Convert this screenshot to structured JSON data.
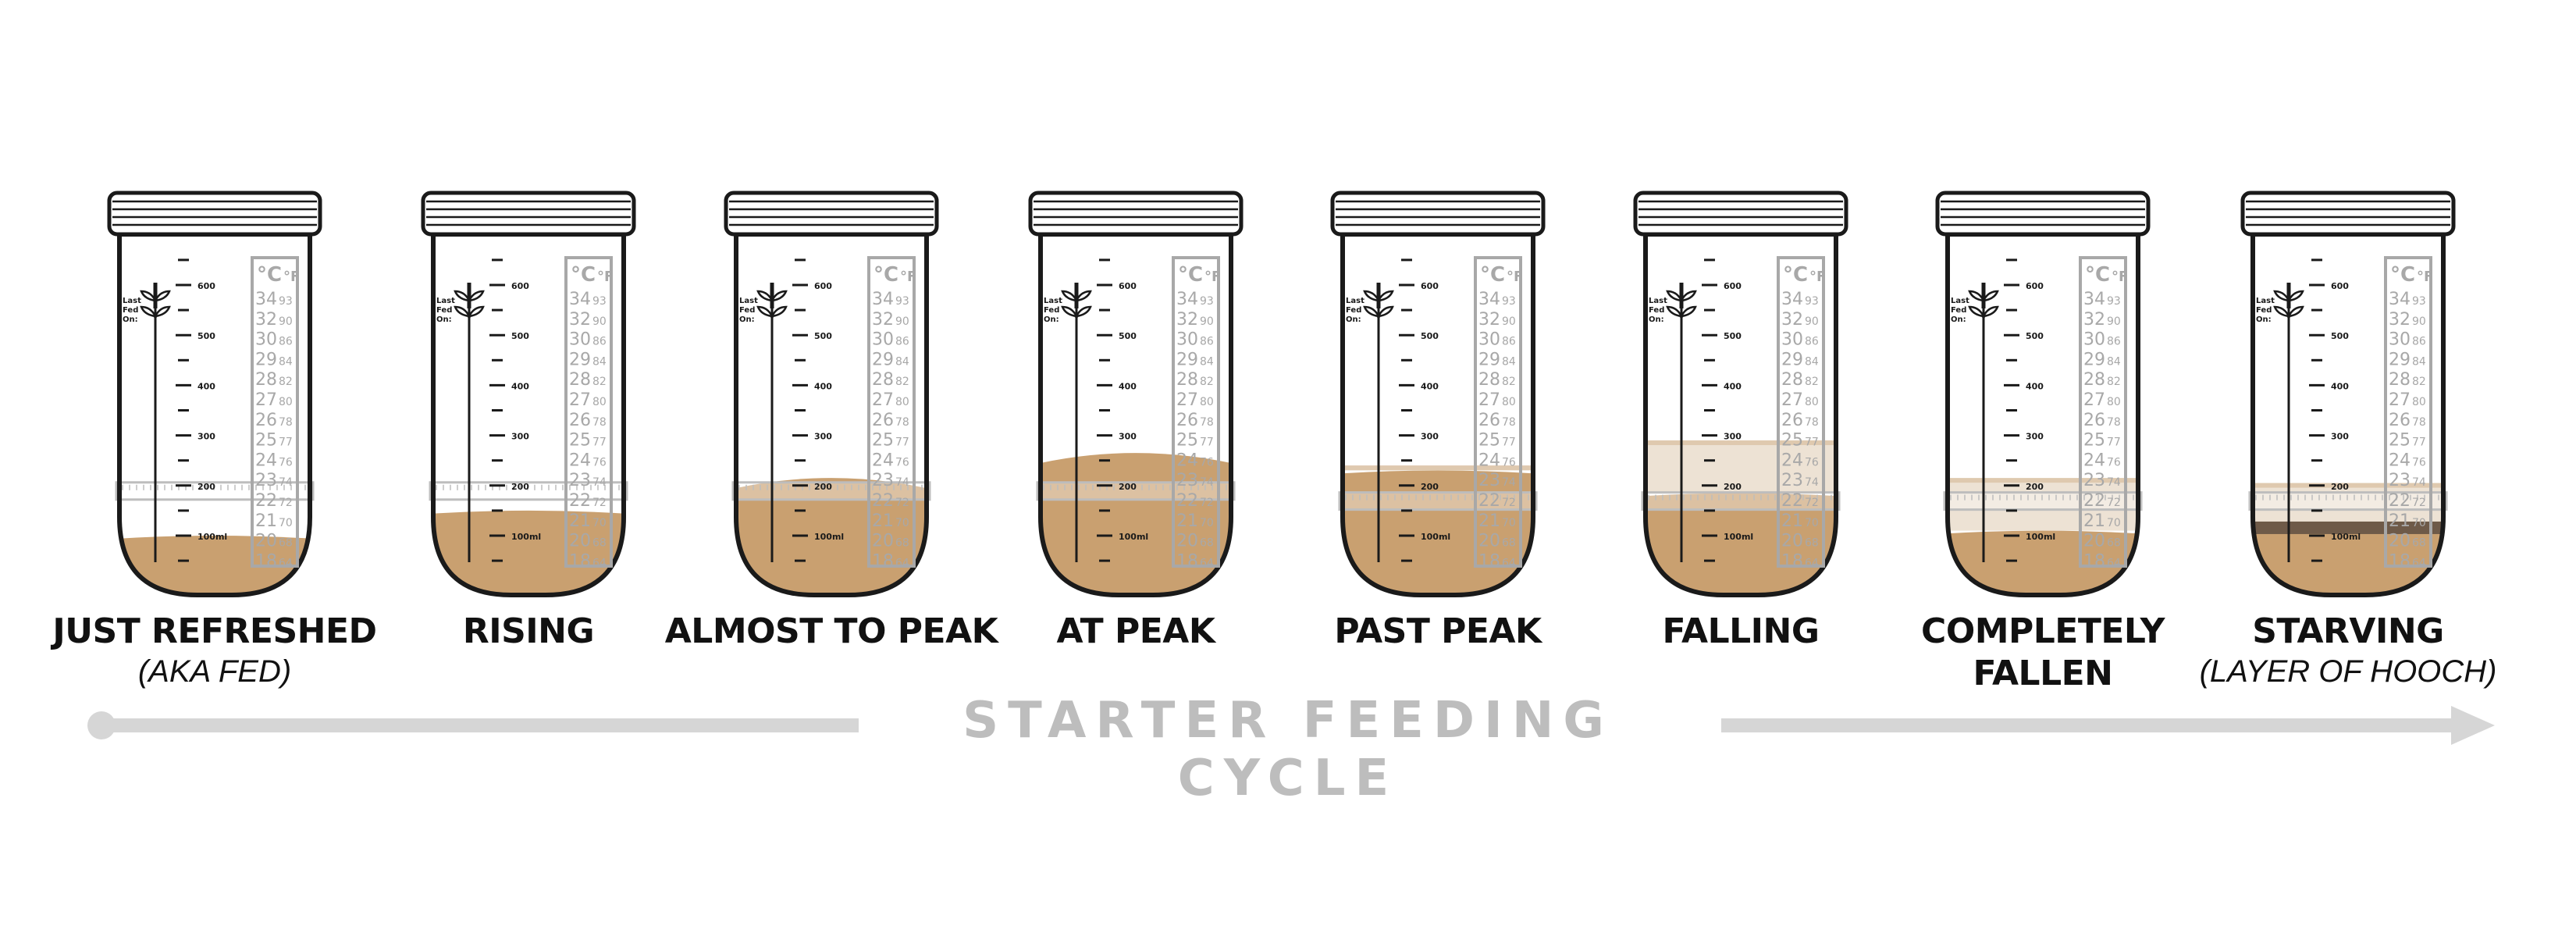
{
  "title": "STARTER FEEDING CYCLE",
  "colors": {
    "starter": "#c9a070",
    "starter_light": "#d8bfa0",
    "hooch": "#6e5a48",
    "outline": "#1a1a1a",
    "scale_gray": "#a8a8a8",
    "arrow_gray": "#d6d6d6"
  },
  "jar_markings": {
    "ml_scale": [
      "600",
      "500",
      "400",
      "300",
      "200",
      "100ml"
    ],
    "tag_lines": [
      "Last",
      "Fed",
      "On:"
    ],
    "temp_units": [
      "°C",
      "°F"
    ],
    "temps": [
      {
        "c": "34",
        "f": "93"
      },
      {
        "c": "32",
        "f": "90"
      },
      {
        "c": "30",
        "f": "86"
      },
      {
        "c": "29",
        "f": "84"
      },
      {
        "c": "28",
        "f": "82"
      },
      {
        "c": "27",
        "f": "80"
      },
      {
        "c": "26",
        "f": "78"
      },
      {
        "c": "25",
        "f": "77"
      },
      {
        "c": "24",
        "f": "76"
      },
      {
        "c": "23",
        "f": "74"
      },
      {
        "c": "22",
        "f": "72"
      },
      {
        "c": "21",
        "f": "70"
      },
      {
        "c": "20",
        "f": "68"
      },
      {
        "c": "18",
        "f": "64"
      }
    ]
  },
  "stages": [
    {
      "label": "JUST REFRESHED",
      "sub": "(AKA FED)",
      "level_ml": 100,
      "residue_ml": 0,
      "hooch": false
    },
    {
      "label": "RISING",
      "sub": "",
      "level_ml": 150,
      "residue_ml": 0,
      "hooch": false
    },
    {
      "label": "ALMOST TO PEAK",
      "sub": "",
      "level_ml": 215,
      "residue_ml": 0,
      "hooch": false
    },
    {
      "label": "AT PEAK",
      "sub": "",
      "level_ml": 265,
      "residue_ml": 0,
      "hooch": false
    },
    {
      "label": "PAST PEAK",
      "sub": "",
      "level_ml": 230,
      "residue_ml": 240,
      "hooch": false
    },
    {
      "label": "FALLING",
      "sub": "",
      "level_ml": 185,
      "residue_ml": 290,
      "hooch": false
    },
    {
      "label": "COMPLETELY FALLEN",
      "sub": "",
      "level_ml": 110,
      "residue_ml": 215,
      "hooch": false
    },
    {
      "label": "STARVING",
      "sub": "(LAYER OF HOOCH)",
      "level_ml": 125,
      "residue_ml": 205,
      "hooch": true
    }
  ]
}
